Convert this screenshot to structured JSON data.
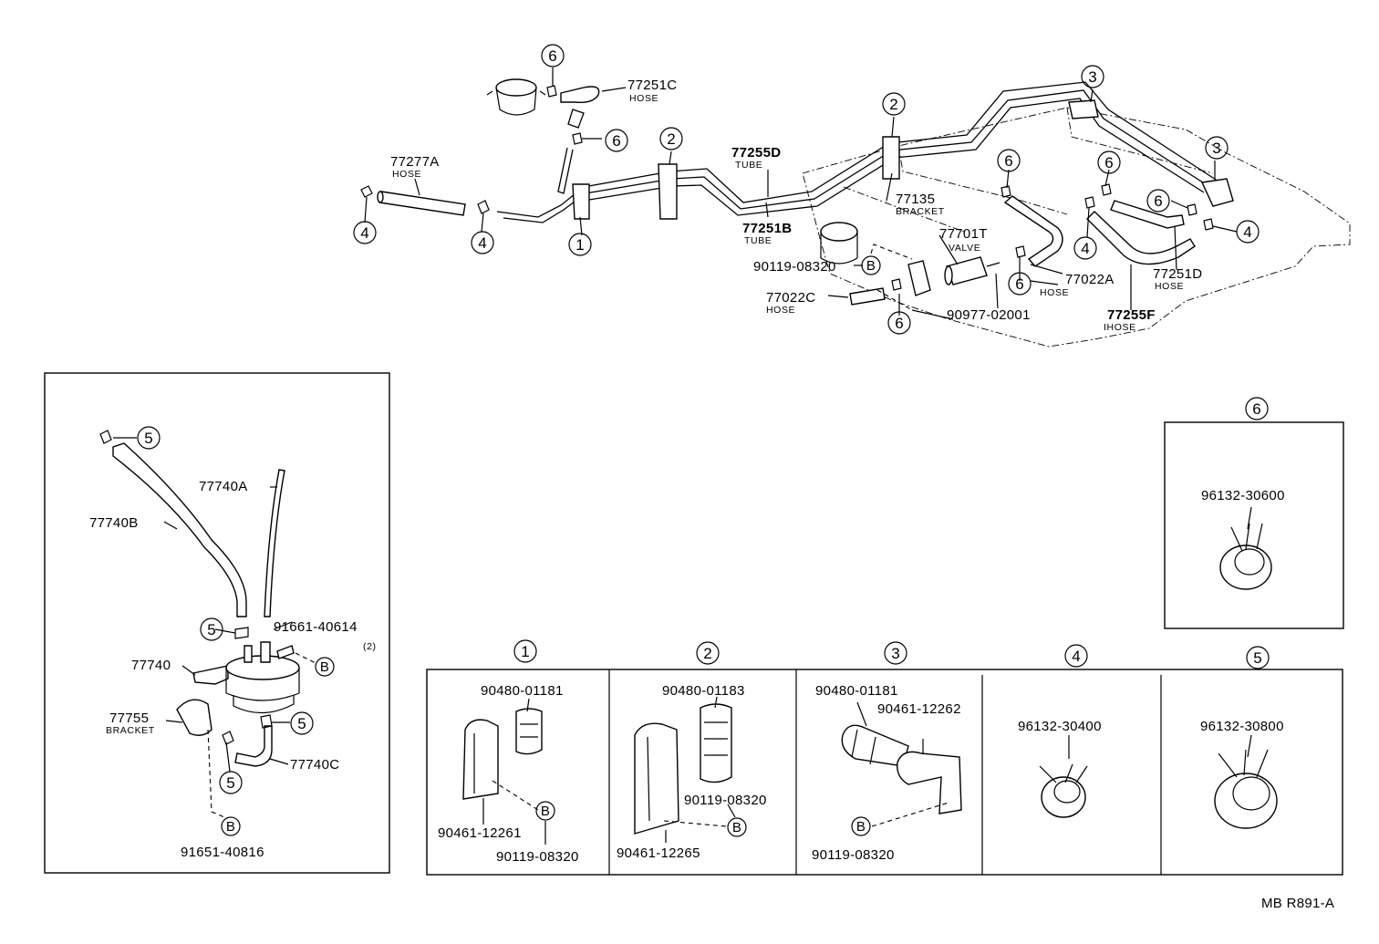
{
  "diagram": {
    "ref_code": "MB R891-A",
    "main_labels": {
      "p77251C": "77251C",
      "p77251C_sub": "HOSE",
      "p77277A": "77277A",
      "p77277A_sub": "HOSE",
      "p77255D": "77255D",
      "p77255D_sub": "TUBE",
      "p77251B": "77251B",
      "p77251B_sub": "TUBE",
      "p77135": "77135",
      "p77135_sub": "BRACKET",
      "p77701T": "77701T",
      "p77701T_sub": "VALVE",
      "p90119_08320": "90119-08320",
      "p77022C": "77022C",
      "p77022C_sub": "HOSE",
      "p77022A": "77022A",
      "p77022A_sub": "HOSE",
      "p90977_02001": "90977-02001",
      "p77251D": "77251D",
      "p77251D_sub": "HOSE",
      "p77255F": "77255F",
      "p77255F_sub": "IHOSE"
    },
    "canister": {
      "p77740A": "77740A",
      "p77740B": "77740B",
      "p91661_40614": "91661-40614",
      "qty": "(2)",
      "p77740": "77740",
      "p77755": "77755",
      "p77755_sub": "BRACKET",
      "p77740C": "77740C",
      "p91651_40816": "91651-40816"
    },
    "callouts": {
      "c1": "1",
      "c2": "2",
      "c3": "3",
      "c4": "4",
      "c5": "5",
      "c6": "6",
      "cB": "B"
    },
    "details": {
      "d1": {
        "num": "1",
        "clamp": "90480-01181",
        "bracket": "90461-12261",
        "bolt": "90119-08320"
      },
      "d2": {
        "num": "2",
        "clamp": "90480-01183",
        "bracket": "90461-12265",
        "bolt": "90119-08320"
      },
      "d3": {
        "num": "3",
        "clamp": "90480-01181",
        "bracket": "90461-12262",
        "bolt": "90119-08320"
      },
      "d4": {
        "num": "4",
        "clip": "96132-30400"
      },
      "d5": {
        "num": "5",
        "clip": "96132-30800"
      },
      "d6": {
        "num": "6",
        "clip": "96132-30600"
      }
    }
  }
}
